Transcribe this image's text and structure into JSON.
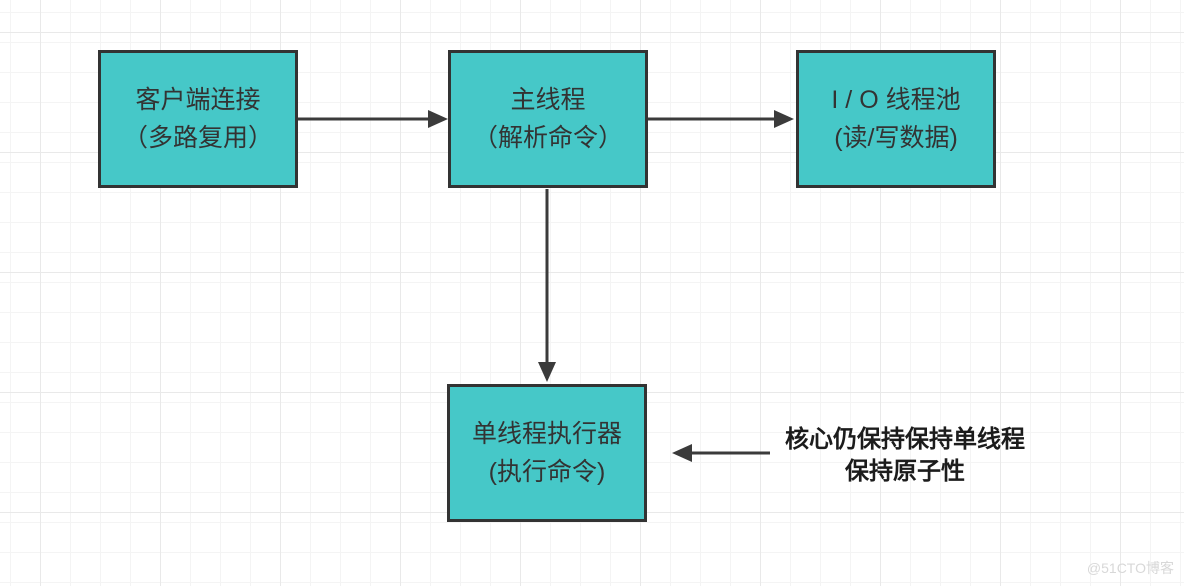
{
  "diagram": {
    "nodes": [
      {
        "id": "client",
        "line1": "客户端连接",
        "line2": "（多路复用）"
      },
      {
        "id": "main",
        "line1": "主线程",
        "line2": "（解析命令）"
      },
      {
        "id": "io",
        "line1": "I / O 线程池",
        "line2": "(读/写数据)"
      },
      {
        "id": "executor",
        "line1": "单线程执行器",
        "line2": "(执行命令)"
      }
    ],
    "edges": [
      {
        "from": "client",
        "to": "main"
      },
      {
        "from": "main",
        "to": "io"
      },
      {
        "from": "main",
        "to": "executor"
      },
      {
        "from": "annotation",
        "to": "executor"
      }
    ],
    "annotation": {
      "line1": "核心仍保持保持单线程",
      "line2": "保持原子性"
    },
    "watermark": "@51CTO博客",
    "colors": {
      "node_fill": "#46c8c8",
      "node_border": "#333333",
      "arrow": "#3b3b3b",
      "annotation_text": "#1c1c1c",
      "watermark_text": "#d8d8d8",
      "grid_minor": "#f4f4f4",
      "grid_major": "#e9e9e9"
    }
  }
}
